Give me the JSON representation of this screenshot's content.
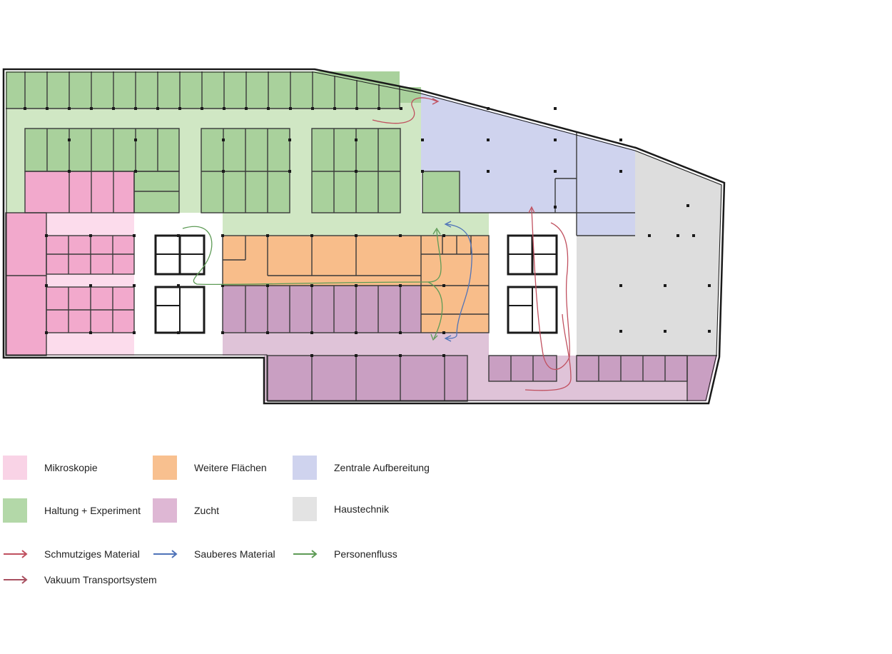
{
  "legend": {
    "zones": [
      {
        "id": "mikroskopie",
        "label": "Mikroskopie",
        "color": "#f9d3e6"
      },
      {
        "id": "weitere",
        "label": "Weitere Flächen",
        "color": "#f8c08f"
      },
      {
        "id": "zentrale",
        "label": "Zentrale Aufbereitung",
        "color": "#cfd3ee"
      },
      {
        "id": "haltung",
        "label": "Haltung + Experiment",
        "color": "#b3d8a8"
      },
      {
        "id": "zucht",
        "label": "Zucht",
        "color": "#deb7d4"
      },
      {
        "id": "haustechnik",
        "label": "Haustechnik",
        "color": "#e3e3e3"
      }
    ],
    "flows": [
      {
        "id": "schmutzig",
        "label": "Schmutziges Material",
        "color": "#c0505f"
      },
      {
        "id": "sauber",
        "label": "Sauberes Material",
        "color": "#4f73b8"
      },
      {
        "id": "personen",
        "label": "Personenfluss",
        "color": "#5e9b56"
      },
      {
        "id": "vakuum",
        "label": "Vakuum Transportsystem",
        "color": "#a85060"
      }
    ]
  },
  "colors": {
    "haltung_room": "#a9d19c",
    "haltung_corridor": "#d0e7c4",
    "zucht_room": "#c99fc2",
    "zucht_corridor": "#dfc3d8",
    "zucht_pink": "#f2a9cc",
    "mikroskopie": "#fcdcec",
    "weitere": "#f8bd8a",
    "zentrale": "#cfd3ee",
    "haustechnik": "#dddddd",
    "wall": "#1a1a1a",
    "grid": "#4a4a4a"
  }
}
